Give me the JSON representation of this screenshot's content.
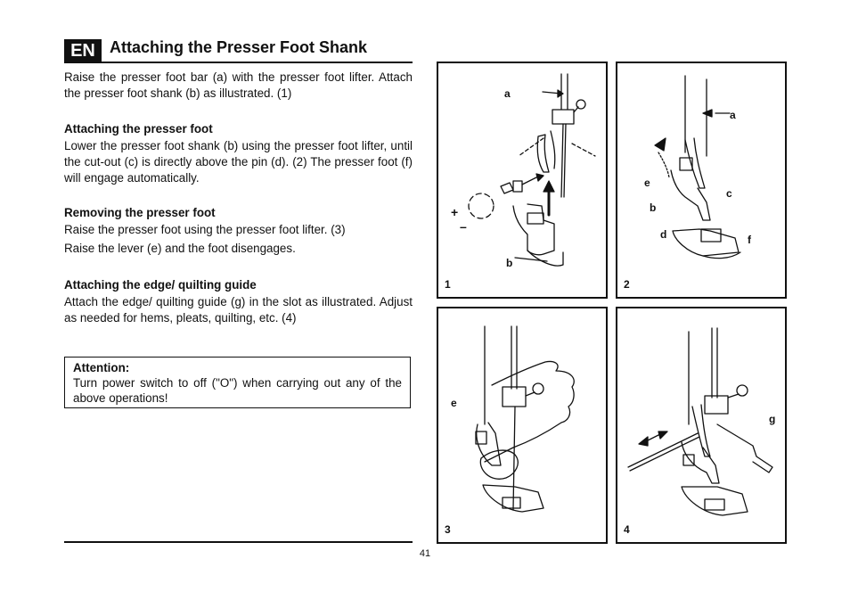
{
  "header": {
    "lang": "EN",
    "title": "Attaching the Presser Foot Shank"
  },
  "intro": "Raise the presser foot bar (a) with the presser foot lifter. Attach the presser foot shank (b) as illustrated. (1)",
  "sections": [
    {
      "heading": "Attaching the presser foot",
      "paragraphs": [
        "Lower the presser foot shank (b) using the presser foot lifter, until the cut-out (c) is directly above the pin (d). (2) The presser foot (f) will engage automatically."
      ]
    },
    {
      "heading": "Removing the presser foot",
      "paragraphs": [
        "Raise the presser foot using the presser foot lifter. (3)",
        "Raise the lever (e) and the foot disengages."
      ]
    },
    {
      "heading": "Attaching the edge/ quilting guide",
      "paragraphs": [
        "Attach the edge/ quilting guide (g) in the slot as illustrated. Adjust as needed for hems, pleats, quilting, etc. (4)"
      ]
    }
  ],
  "attention": {
    "title": "Attention:",
    "text": "Turn power switch to off (\"O\") when carrying out any of the above operations!"
  },
  "page_number": "41",
  "figures": [
    {
      "number": "1",
      "labels": {
        "a": "a",
        "b": "b"
      },
      "plus": "+",
      "minus": "–"
    },
    {
      "number": "2",
      "labels": {
        "a": "a",
        "b": "b",
        "c": "c",
        "d": "d",
        "e": "e",
        "f": "f"
      }
    },
    {
      "number": "3",
      "labels": {
        "e": "e"
      }
    },
    {
      "number": "4",
      "labels": {
        "g": "g"
      }
    }
  ]
}
